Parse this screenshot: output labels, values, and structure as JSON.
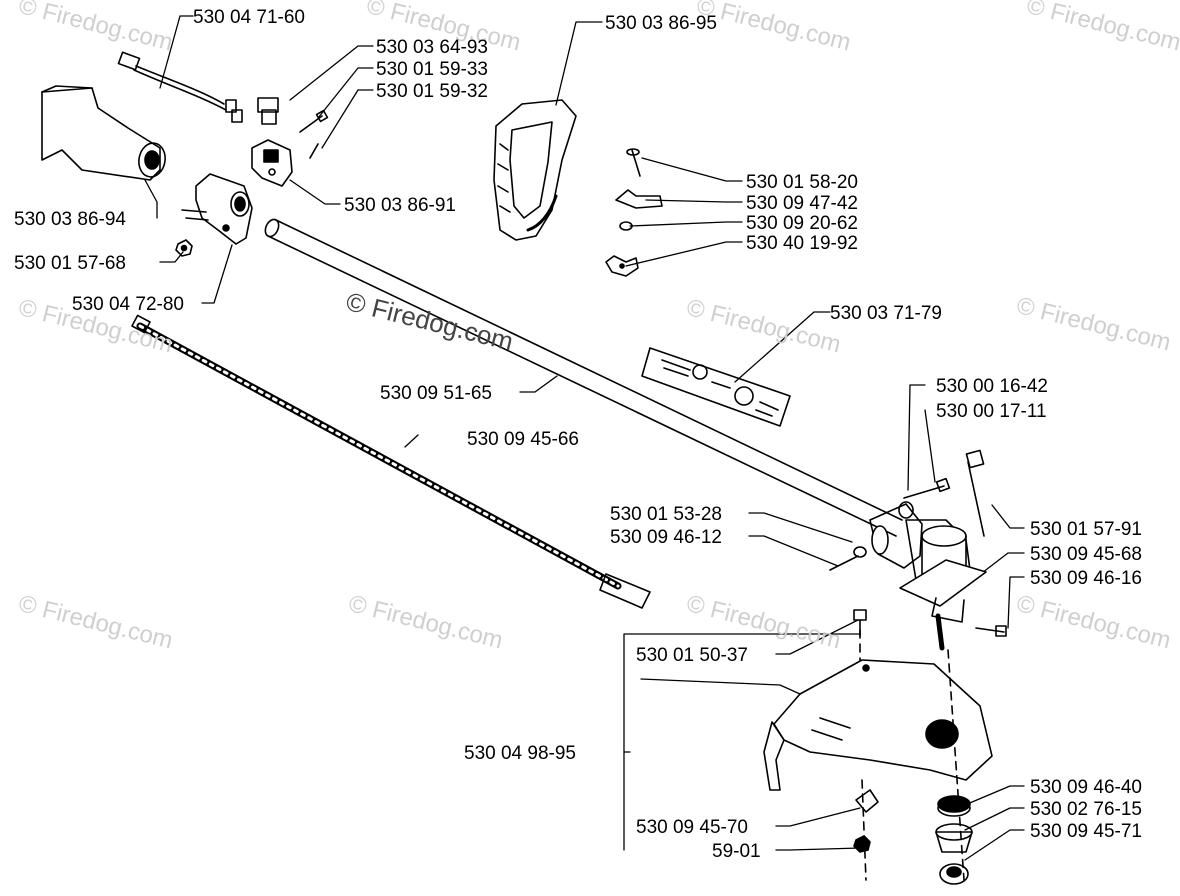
{
  "watermark": {
    "text": "© Firedog.com"
  },
  "parts": [
    {
      "key": "p01",
      "number": "530 04 71-60"
    },
    {
      "key": "p02",
      "number": "530 03 64-93"
    },
    {
      "key": "p03",
      "number": "530 01 59-33"
    },
    {
      "key": "p04",
      "number": "530 01 59-32"
    },
    {
      "key": "p05",
      "number": "530 03 86-95"
    },
    {
      "key": "p06",
      "number": "530 03 86-94"
    },
    {
      "key": "p07",
      "number": "530 03 86-91"
    },
    {
      "key": "p08",
      "number": "530 01 58-20"
    },
    {
      "key": "p09",
      "number": "530 09 47-42"
    },
    {
      "key": "p10",
      "number": "530 09 20-62"
    },
    {
      "key": "p11",
      "number": "530 40 19-92"
    },
    {
      "key": "p12",
      "number": "530 01 57-68"
    },
    {
      "key": "p13",
      "number": "530 04 72-80"
    },
    {
      "key": "p14",
      "number": "530 03 71-79"
    },
    {
      "key": "p15",
      "number": "530 09 51-65"
    },
    {
      "key": "p16",
      "number": "530 00 16-42"
    },
    {
      "key": "p17",
      "number": "530 00 17-11"
    },
    {
      "key": "p18",
      "number": "530 09 45-66"
    },
    {
      "key": "p19",
      "number": "530 01 53-28"
    },
    {
      "key": "p20",
      "number": "530 09 46-12"
    },
    {
      "key": "p21",
      "number": "530 01 57-91"
    },
    {
      "key": "p22",
      "number": "530 09 45-68"
    },
    {
      "key": "p23",
      "number": "530 09 46-16"
    },
    {
      "key": "p24",
      "number": "530 01 50-37"
    },
    {
      "key": "p25",
      "number": "530 04 98-95"
    },
    {
      "key": "p26",
      "number": "530 09 46-40"
    },
    {
      "key": "p27",
      "number": "530 02 76-15"
    },
    {
      "key": "p28",
      "number": "530 09 45-70"
    },
    {
      "key": "p29",
      "number": "530 09 45-71"
    },
    {
      "key": "p30",
      "number": "59-01"
    }
  ]
}
